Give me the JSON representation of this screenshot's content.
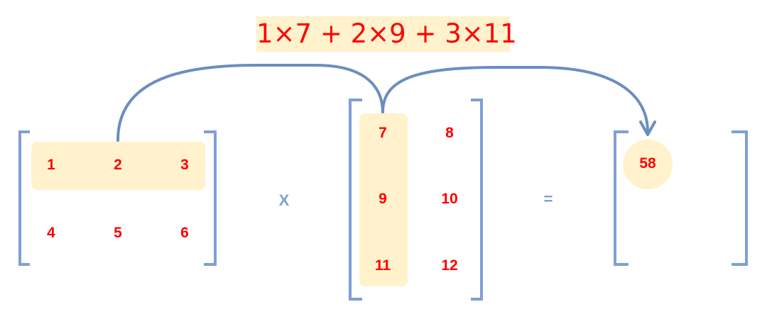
{
  "formula": "1×7 + 2×9 + 3×11",
  "matrix_a": [
    [
      "1",
      "2",
      "3"
    ],
    [
      "4",
      "5",
      "6"
    ]
  ],
  "matrix_b": [
    [
      "7",
      "8"
    ],
    [
      "9",
      "10"
    ],
    [
      "11",
      "12"
    ]
  ],
  "operators": {
    "multiply": "X",
    "equals": "="
  },
  "result": "58",
  "colors": {
    "text": "#ff0000",
    "highlight": "#fff2cc",
    "bracket": "#7f9fd6",
    "arrow": "#6c8ebf"
  }
}
